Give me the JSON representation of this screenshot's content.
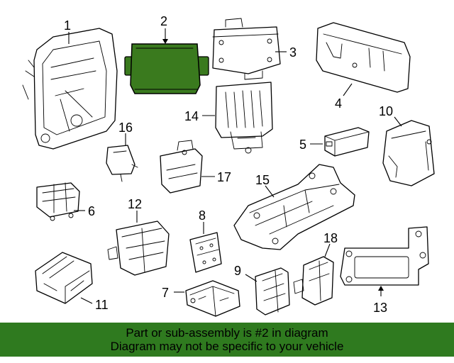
{
  "diagram": {
    "highlighted_part": "2",
    "highlight_color": "#3a7a1e",
    "callouts": [
      "1",
      "2",
      "3",
      "4",
      "5",
      "6",
      "7",
      "8",
      "9",
      "10",
      "11",
      "12",
      "13",
      "14",
      "15",
      "16",
      "17",
      "18"
    ]
  },
  "banner": {
    "line1": "Part or sub-assembly is #2 in diagram",
    "line2": "Diagram may not be specific to your vehicle",
    "color": "#2f7a1f"
  }
}
